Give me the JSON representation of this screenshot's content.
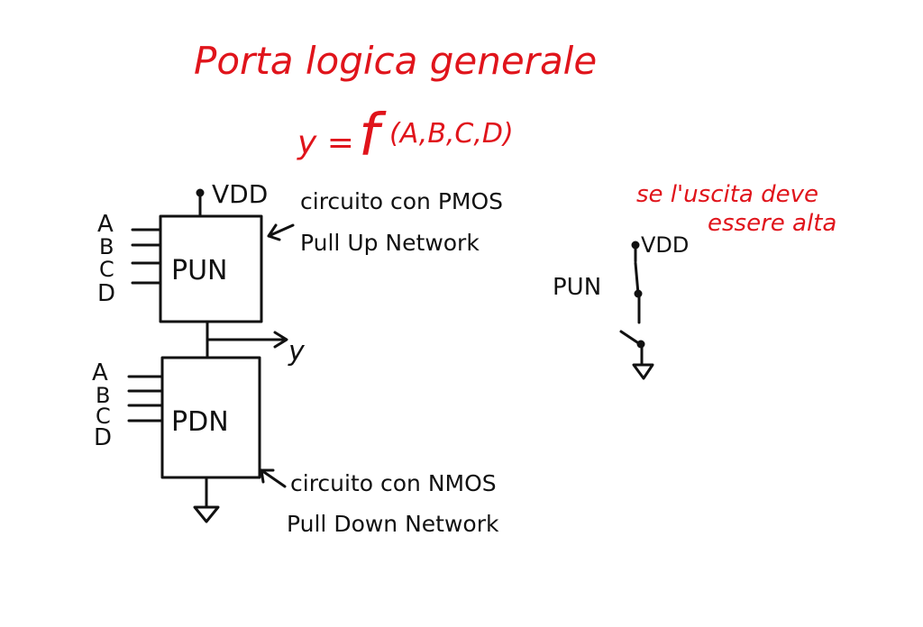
{
  "title": "Porta logica generale",
  "function": {
    "lhs": "y =",
    "f": "f",
    "args": "(A,B,C,D)"
  },
  "colors": {
    "red": "#e0141b",
    "ink": "#111111"
  },
  "pun": {
    "box_label": "PUN",
    "supply": "VDD",
    "inputs": [
      "A",
      "B",
      "C",
      "D"
    ],
    "note_line1": "circuito con PMOS",
    "note_line2": "Pull Up Network"
  },
  "pdn": {
    "box_label": "PDN",
    "inputs": [
      "A",
      "B",
      "C",
      "D"
    ],
    "note_line1": "circuito con NMOS",
    "note_line2": "Pull Down Network"
  },
  "output_label": "y",
  "right_side": {
    "note_line1": "se l'uscita deve",
    "note_line2": "essere alta",
    "supply": "VDD",
    "switch_label": "PUN"
  }
}
